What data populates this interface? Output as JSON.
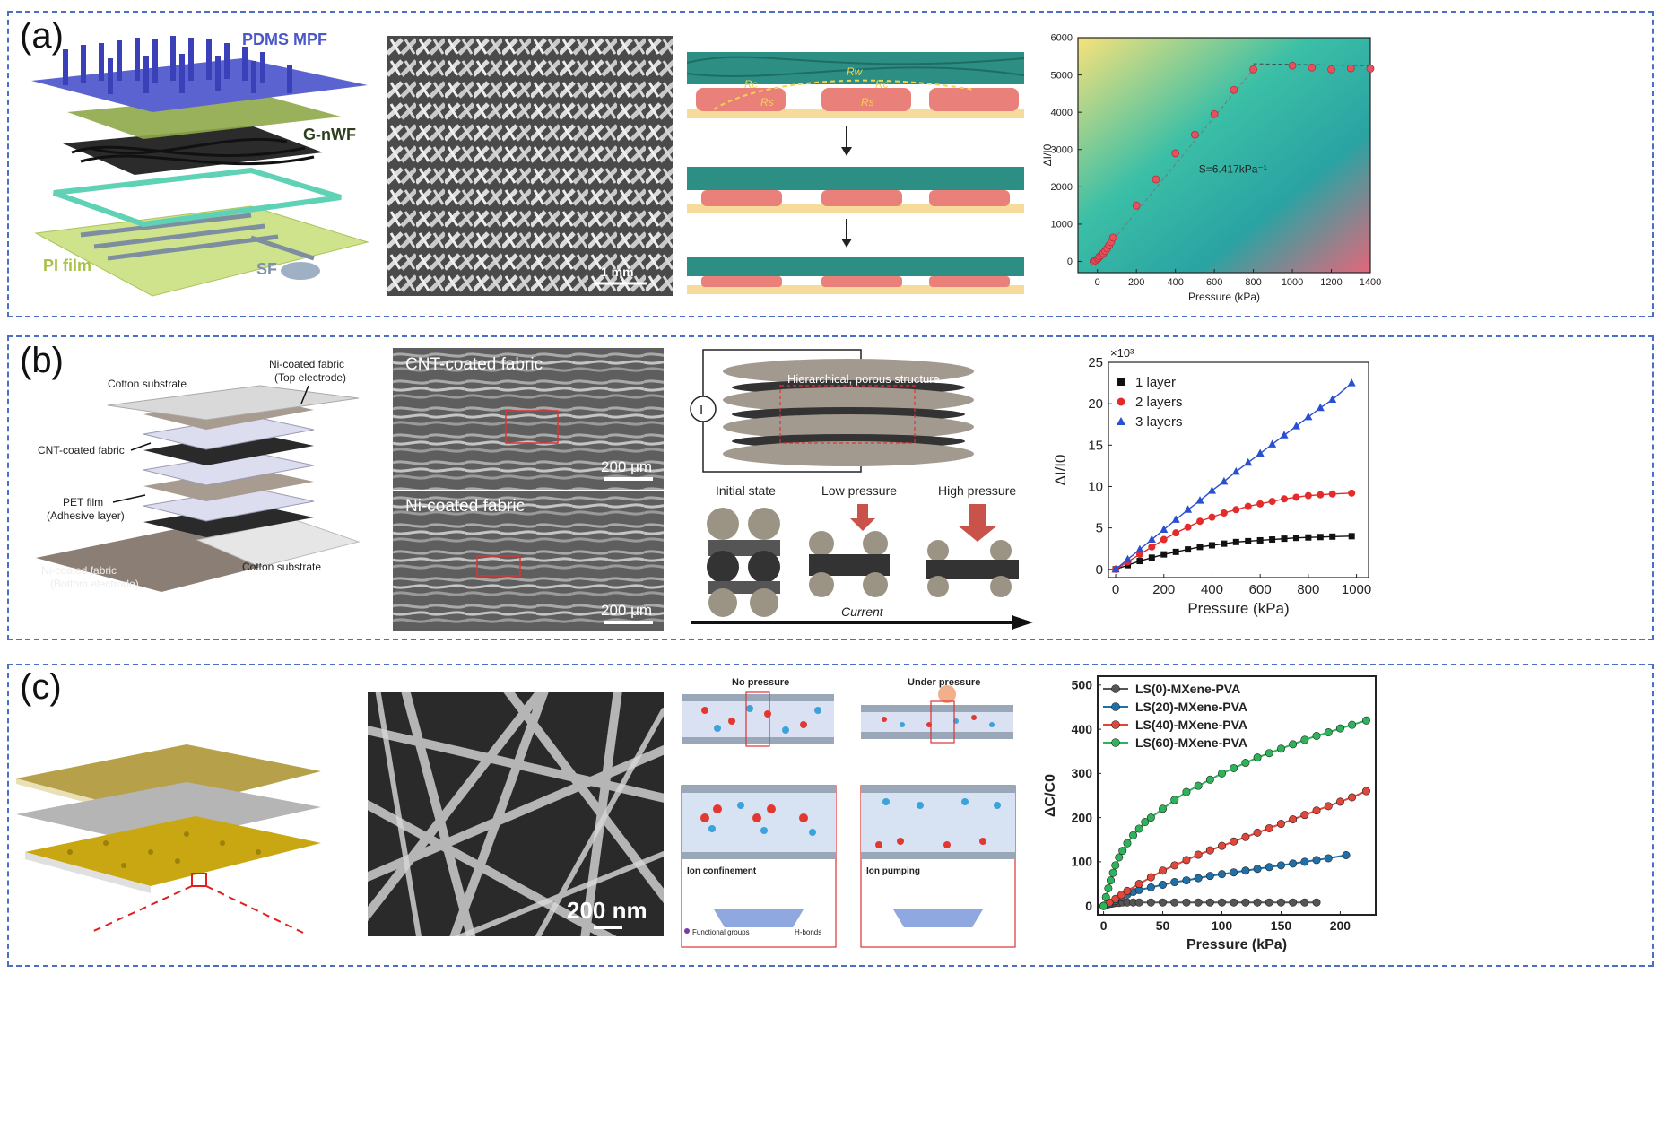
{
  "panels": {
    "a": {
      "label": "(a)",
      "schematic": {
        "pdms": "PDMS MPF",
        "gnwf": "G-nWF",
        "pi": "PI film",
        "sf": "SF"
      },
      "sem_scale": "1 mm",
      "mechanism": {
        "rc1": "Rc",
        "rw": "Rw",
        "rc2": "Rc",
        "rs1": "Rs",
        "rs2": "Rs"
      }
    },
    "b": {
      "label": "(b)",
      "schematic": {
        "cotton_top": "Cotton substrate",
        "ni_top": "Ni-coated fabric",
        "ni_top_sub": "(Top electrode)",
        "cnt": "CNT-coated fabric",
        "pet": "PET film",
        "pet_sub": "(Adhesive layer)",
        "ni_bottom": "Ni-coated fabric",
        "ni_bottom_sub": "(Bottom electrode)",
        "cotton_bottom": "Cotton substrate"
      },
      "sem_top_title": "CNT-coated fabric",
      "sem_top_scale": "200 μm",
      "sem_bottom_title": "Ni-coated fabric",
      "sem_bottom_scale": "200 μm",
      "mechanism": {
        "meter": "I",
        "structure": "Hierarchical, porous structure",
        "initial": "Initial state",
        "low": "Low pressure",
        "high": "High pressure",
        "current": "Current"
      }
    },
    "c": {
      "label": "(c)",
      "sem_scale": "200 nm",
      "mechanism": {
        "no_pressure": "No pressure",
        "under_pressure": "Under pressure",
        "ion_confinement": "Ion confinement",
        "ion_pumping": "Ion pumping",
        "functional_groups": "Functional groups",
        "hbonds": "H-bonds"
      }
    }
  },
  "chart_data": [
    {
      "type": "scatter",
      "panel": "a",
      "xlabel": "Pressure (kPa)",
      "ylabel": "ΔI/I0",
      "xlim": [
        -100,
        1400
      ],
      "ylim": [
        -300,
        6000
      ],
      "xticks": [
        0,
        200,
        400,
        600,
        800,
        1000,
        1200,
        1400
      ],
      "yticks": [
        0,
        1000,
        2000,
        3000,
        4000,
        5000,
        6000
      ],
      "annotation": "S=6.417kPa⁻¹",
      "marker_color": "#e8505b",
      "series": [
        {
          "x": [
            -20,
            -10,
            0,
            5,
            10,
            20,
            30,
            40,
            50,
            60,
            70,
            80,
            200,
            300,
            400,
            500,
            600,
            700,
            800,
            1000,
            1100,
            1200,
            1300,
            1400
          ],
          "y": [
            0,
            30,
            60,
            90,
            130,
            170,
            220,
            280,
            350,
            430,
            520,
            640,
            1500,
            2200,
            2900,
            3400,
            3950,
            4600,
            5150,
            5250,
            5200,
            5150,
            5180,
            5170
          ]
        }
      ]
    },
    {
      "type": "line",
      "panel": "b",
      "xlabel": "Pressure (kPa)",
      "ylabel": "ΔI/I0",
      "y_multiplier": "×10³",
      "xlim": [
        -30,
        1050
      ],
      "ylim": [
        -1,
        25
      ],
      "xticks": [
        0,
        200,
        400,
        600,
        800,
        1000
      ],
      "yticks": [
        0,
        5,
        10,
        15,
        20,
        25
      ],
      "legend_position": "top-left",
      "x": [
        0,
        50,
        100,
        150,
        200,
        250,
        300,
        350,
        400,
        450,
        500,
        550,
        600,
        650,
        700,
        750,
        800,
        850,
        900,
        980
      ],
      "series": [
        {
          "name": "1 layer",
          "color": "#111111",
          "marker": "square",
          "values": [
            0,
            0.5,
            1.0,
            1.4,
            1.8,
            2.1,
            2.4,
            2.7,
            2.9,
            3.1,
            3.3,
            3.4,
            3.5,
            3.6,
            3.7,
            3.8,
            3.85,
            3.9,
            3.95,
            4.0
          ]
        },
        {
          "name": "2 layers",
          "color": "#e32b2b",
          "marker": "circle",
          "values": [
            0,
            0.9,
            1.8,
            2.7,
            3.6,
            4.4,
            5.1,
            5.8,
            6.3,
            6.8,
            7.2,
            7.6,
            7.9,
            8.2,
            8.5,
            8.7,
            8.9,
            9.0,
            9.1,
            9.2
          ]
        },
        {
          "name": "3 layers",
          "color": "#2a4fd1",
          "marker": "triangle",
          "values": [
            0,
            1.2,
            2.4,
            3.6,
            4.8,
            6.0,
            7.2,
            8.3,
            9.5,
            10.6,
            11.8,
            12.9,
            14.0,
            15.1,
            16.2,
            17.3,
            18.4,
            19.5,
            20.5,
            22.5
          ]
        }
      ]
    },
    {
      "type": "line",
      "panel": "c",
      "xlabel": "Pressure (kPa)",
      "ylabel": "ΔC/C0",
      "xlim": [
        -5,
        230
      ],
      "ylim": [
        -20,
        520
      ],
      "xticks": [
        0,
        50,
        100,
        150,
        200
      ],
      "yticks": [
        0,
        100,
        200,
        300,
        400,
        500
      ],
      "legend_position": "top-left",
      "series": [
        {
          "name": "LS(0)-MXene-PVA",
          "color": "#555555",
          "x": [
            0,
            2,
            4,
            6,
            8,
            10,
            13,
            16,
            20,
            25,
            30,
            40,
            50,
            60,
            70,
            80,
            90,
            100,
            110,
            120,
            130,
            140,
            150,
            160,
            170,
            180
          ],
          "y": [
            0,
            2,
            4,
            5,
            6,
            7,
            7,
            8,
            8,
            8,
            8,
            8,
            8,
            8,
            8,
            8,
            8,
            8,
            8,
            8,
            8,
            8,
            8,
            8,
            8,
            8
          ]
        },
        {
          "name": "LS(20)-MXene-PVA",
          "color": "#1f6fa8",
          "x": [
            0,
            5,
            10,
            15,
            20,
            25,
            30,
            40,
            50,
            60,
            70,
            80,
            90,
            100,
            110,
            120,
            130,
            140,
            150,
            160,
            170,
            180,
            190,
            205
          ],
          "y": [
            0,
            5,
            12,
            20,
            26,
            32,
            36,
            42,
            48,
            54,
            58,
            63,
            68,
            72,
            76,
            80,
            84,
            88,
            92,
            96,
            100,
            104,
            108,
            115
          ]
        },
        {
          "name": "LS(40)-MXene-PVA",
          "color": "#e0463a",
          "x": [
            0,
            5,
            10,
            15,
            20,
            30,
            40,
            50,
            60,
            70,
            80,
            90,
            100,
            110,
            120,
            130,
            140,
            150,
            160,
            170,
            180,
            190,
            200,
            210,
            222
          ],
          "y": [
            0,
            8,
            16,
            25,
            34,
            50,
            65,
            80,
            92,
            104,
            116,
            126,
            136,
            146,
            156,
            166,
            176,
            186,
            196,
            206,
            216,
            226,
            236,
            246,
            260
          ]
        },
        {
          "name": "LS(60)-MXene-PVA",
          "color": "#2fb35a",
          "x": [
            0,
            2,
            4,
            6,
            8,
            10,
            13,
            16,
            20,
            25,
            30,
            35,
            40,
            50,
            60,
            70,
            80,
            90,
            100,
            110,
            120,
            130,
            140,
            150,
            160,
            170,
            180,
            190,
            200,
            210,
            222
          ],
          "y": [
            0,
            20,
            40,
            58,
            75,
            92,
            110,
            125,
            142,
            160,
            175,
            190,
            200,
            220,
            240,
            258,
            272,
            286,
            300,
            312,
            324,
            336,
            346,
            356,
            366,
            376,
            385,
            393,
            402,
            410,
            420
          ]
        }
      ]
    }
  ]
}
